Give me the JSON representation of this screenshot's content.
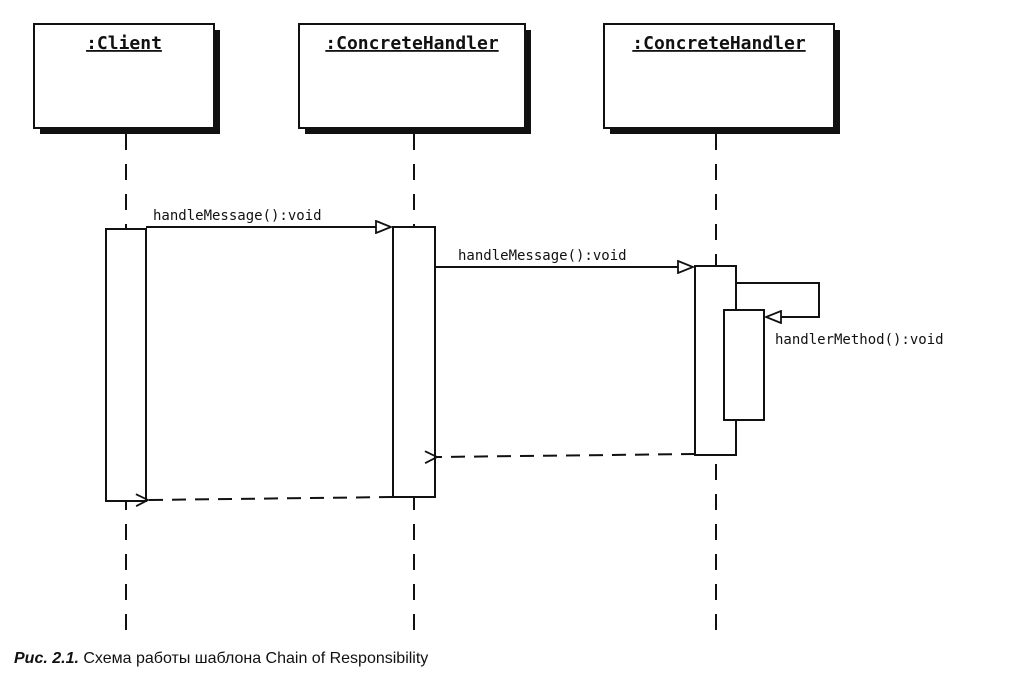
{
  "lifelines": [
    {
      "id": "client",
      "name": ":Client"
    },
    {
      "id": "handler1",
      "name": ":ConcreteHandler"
    },
    {
      "id": "handler2",
      "name": ":ConcreteHandler"
    }
  ],
  "messages": [
    {
      "from": "client",
      "to": "handler1",
      "label": "handleMessage():void",
      "kind": "call"
    },
    {
      "from": "handler1",
      "to": "handler2",
      "label": "handleMessage():void",
      "kind": "call"
    },
    {
      "from": "handler2",
      "to": "handler2",
      "label": "handlerMethod():void",
      "kind": "self-call"
    },
    {
      "from": "handler2",
      "to": "handler1",
      "label": "",
      "kind": "return"
    },
    {
      "from": "handler1",
      "to": "client",
      "label": "",
      "kind": "return"
    }
  ],
  "caption": {
    "figure": "Рис. 2.1.",
    "text": "Схема работы шаблона Chain of Responsibility"
  }
}
